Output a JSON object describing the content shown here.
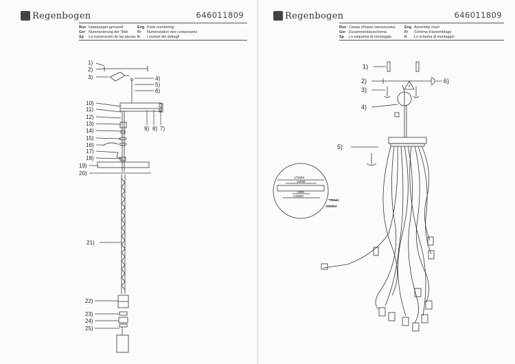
{
  "left_page": {
    "brand": "Regenbogen",
    "product_code": "646011809",
    "captions": [
      {
        "lang": "Rus",
        "text": "Нумерация деталей"
      },
      {
        "lang": "Ger",
        "text": "Nummerierung der Teile"
      },
      {
        "lang": "Sp",
        "text": "La numeración de las piezas"
      },
      {
        "lang": "Eng",
        "text": "Parts numbering"
      },
      {
        "lang": "Fr",
        "text": "Numérotation des composants"
      },
      {
        "lang": "It",
        "text": "I numeri dei dettagli"
      }
    ],
    "part_labels": [
      "1)",
      "2)",
      "3)",
      "4)",
      "5)",
      "6)",
      "7)",
      "8)",
      "9)",
      "10)",
      "11)",
      "12)",
      "13)",
      "14)",
      "15)",
      "16)",
      "17)",
      "18)",
      "19)",
      "20)",
      "21)",
      "22)",
      "23)",
      "24)",
      "25)"
    ]
  },
  "right_page": {
    "brand": "Regenbogen",
    "product_code": "646011809",
    "captions": [
      {
        "lang": "Rus",
        "text": "Схема сборки светильника"
      },
      {
        "lang": "Ger",
        "text": "Zusammenbauschema"
      },
      {
        "lang": "Sp",
        "text": "Lo esquema di montaggio"
      },
      {
        "lang": "Eng",
        "text": "Assembly chart"
      },
      {
        "lang": "Fr",
        "text": "Schéma d'assemblage"
      },
      {
        "lang": "It",
        "text": "Lo schema di montaggio"
      }
    ],
    "step_labels": [
      "1)",
      "2)",
      "3)",
      "4)",
      "5)",
      "6)"
    ],
    "dimensions": {
      "d1": "175MM",
      "d2": "15MM",
      "d3": "5MM",
      "d4": "140MM",
      "d5": "180MM",
      "d6": "250MM"
    }
  }
}
